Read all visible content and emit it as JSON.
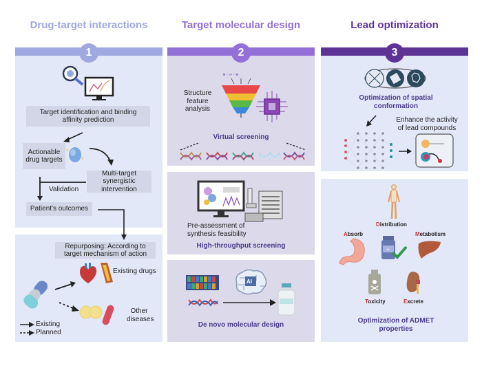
{
  "columns": [
    {
      "title": "Drug-target interactions",
      "step": "1",
      "color": "#a0a8e0",
      "top_panel": {
        "box_target_identification": "Target identification and binding affinity prediction",
        "box_actionable": "Actionable drug targets",
        "box_multi_target": "Multi-target synergistic intervention",
        "label_validation": "Validation",
        "box_patient": "Patient's outcomes"
      },
      "bottom_panel": {
        "box_repurposing": "Repurposing: According to target mechanism of action",
        "label_existing_drugs": "Existing drugs",
        "label_other_diseases": "Other diseases",
        "legend": [
          {
            "style": "solid",
            "label": "Existing"
          },
          {
            "style": "dashed",
            "label": "Planned"
          }
        ]
      }
    },
    {
      "title": "Target molecular design",
      "step": "2",
      "color": "#9370d8",
      "panels": [
        {
          "side_label": "Structure feature analysis",
          "caption": "Virtual screening"
        },
        {
          "side_label": "Pre-assessment of synthesis feasibility",
          "caption": "High-throughput screening"
        },
        {
          "chip_label": "AI",
          "caption": "De novo molecular design"
        }
      ]
    },
    {
      "title": "Lead optimization",
      "step": "3",
      "color": "#5e3396",
      "top_panel": {
        "caption": "Optimization of spatial conformation",
        "side_label": "Enhance the activity of lead compounds"
      },
      "bottom_panel": {
        "admet": [
          {
            "initial": "D",
            "rest": "istribution"
          },
          {
            "initial": "A",
            "rest": "bsorb"
          },
          {
            "initial": "M",
            "rest": "etabolism"
          },
          {
            "initial": "T",
            "rest": "oxicity"
          },
          {
            "initial": "E",
            "rest": "xcrete"
          }
        ],
        "caption": "Optimization of ADMET properties"
      }
    }
  ]
}
